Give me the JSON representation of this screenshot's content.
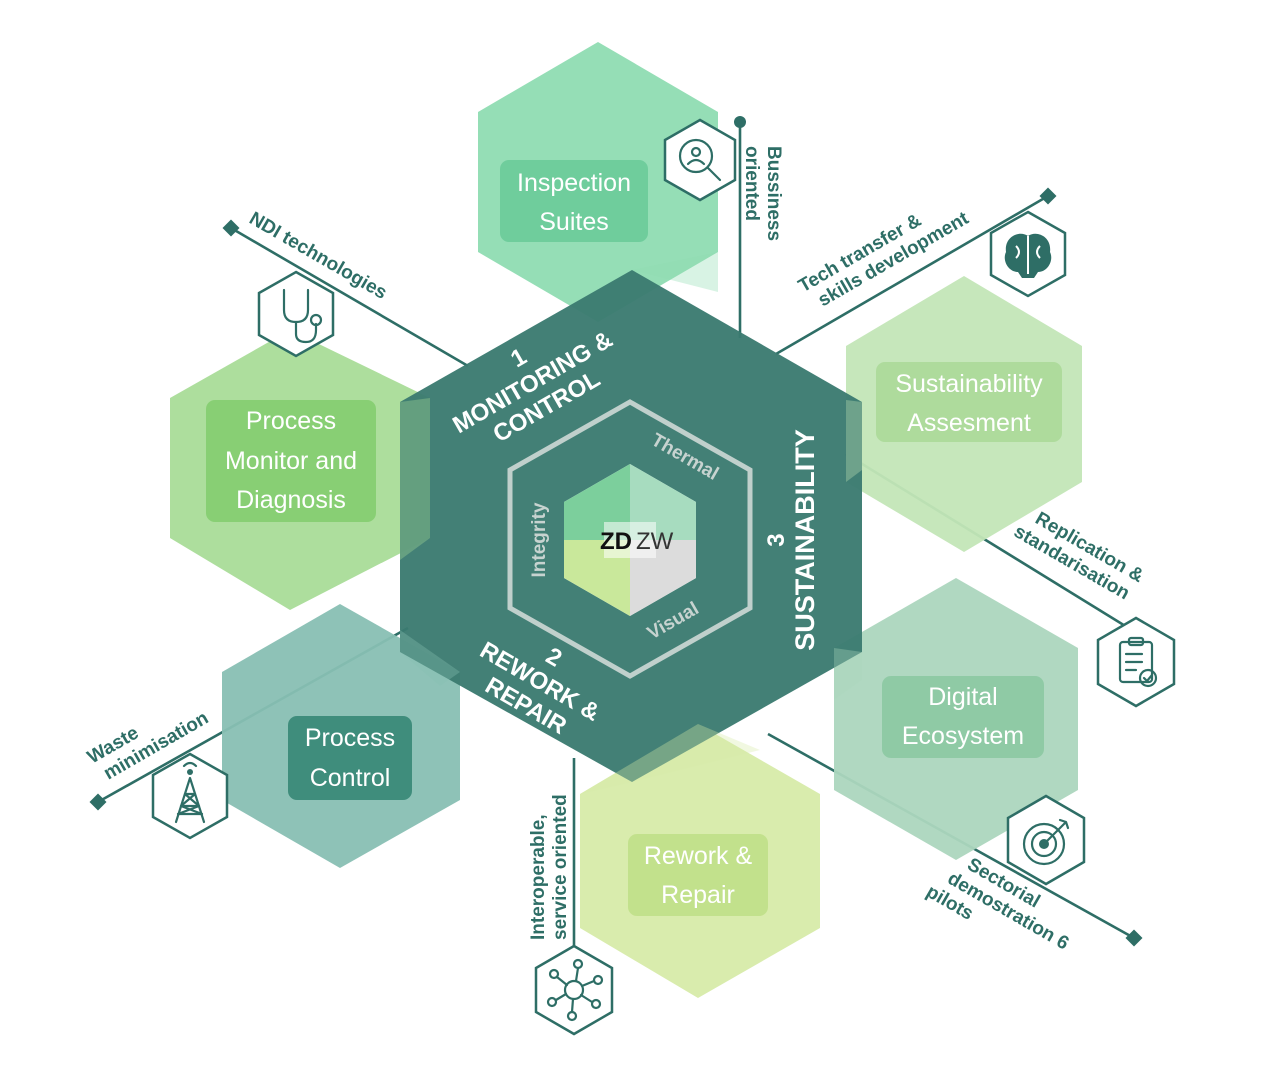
{
  "center": {
    "logo_bold": "ZD",
    "logo_light": "ZW",
    "inner_labels": [
      "Thermal",
      "Integrity",
      "Visual"
    ]
  },
  "pillars": [
    {
      "number": "1",
      "line1": "MONITORING &",
      "line2": "CONTROL"
    },
    {
      "number": "2",
      "line1": "REWORK &",
      "line2": "REPAIR"
    },
    {
      "number": "3",
      "line1": "SUSTAINABILITY"
    }
  ],
  "modules": [
    {
      "lines": [
        "Inspection",
        "Suites"
      ],
      "color": "#8fdcb2"
    },
    {
      "lines": [
        "Process",
        "Monitor and",
        "Diagnosis"
      ],
      "color": "#a9dc98"
    },
    {
      "lines": [
        "Sustainability",
        "Assesment"
      ],
      "color": "#c3e6b7"
    },
    {
      "lines": [
        "Digital",
        "Ecosystem"
      ],
      "color": "#acd6be"
    },
    {
      "lines": [
        "Process",
        "Control"
      ],
      "color": "#88bfb3"
    },
    {
      "lines": [
        "Rework &",
        "Repair"
      ],
      "color": "#d7eba9"
    }
  ],
  "axes": [
    {
      "lines": [
        "Bussiness",
        "oriented"
      ],
      "icon": "search-user-icon"
    },
    {
      "lines": [
        "Tech transfer &",
        "skills development"
      ],
      "icon": "brain-icon"
    },
    {
      "lines": [
        "NDI technologies"
      ],
      "icon": "stethoscope-icon"
    },
    {
      "lines": [
        "Replication &",
        "standarisation"
      ],
      "icon": "clipboard-check-icon"
    },
    {
      "lines": [
        "Waste",
        "minimisation"
      ],
      "icon": "tower-icon"
    },
    {
      "lines": [
        "Interoperable,",
        "service oriented"
      ],
      "icon": "network-icon"
    },
    {
      "lines": [
        "Sectorial",
        "demostration 6",
        "pilots"
      ],
      "icon": "target-icon"
    }
  ],
  "colors": {
    "main_hex": "#3b7b70",
    "line": "#2e6e66",
    "logo_green": "#7ccf9c",
    "logo_lime": "#c9e89b"
  }
}
